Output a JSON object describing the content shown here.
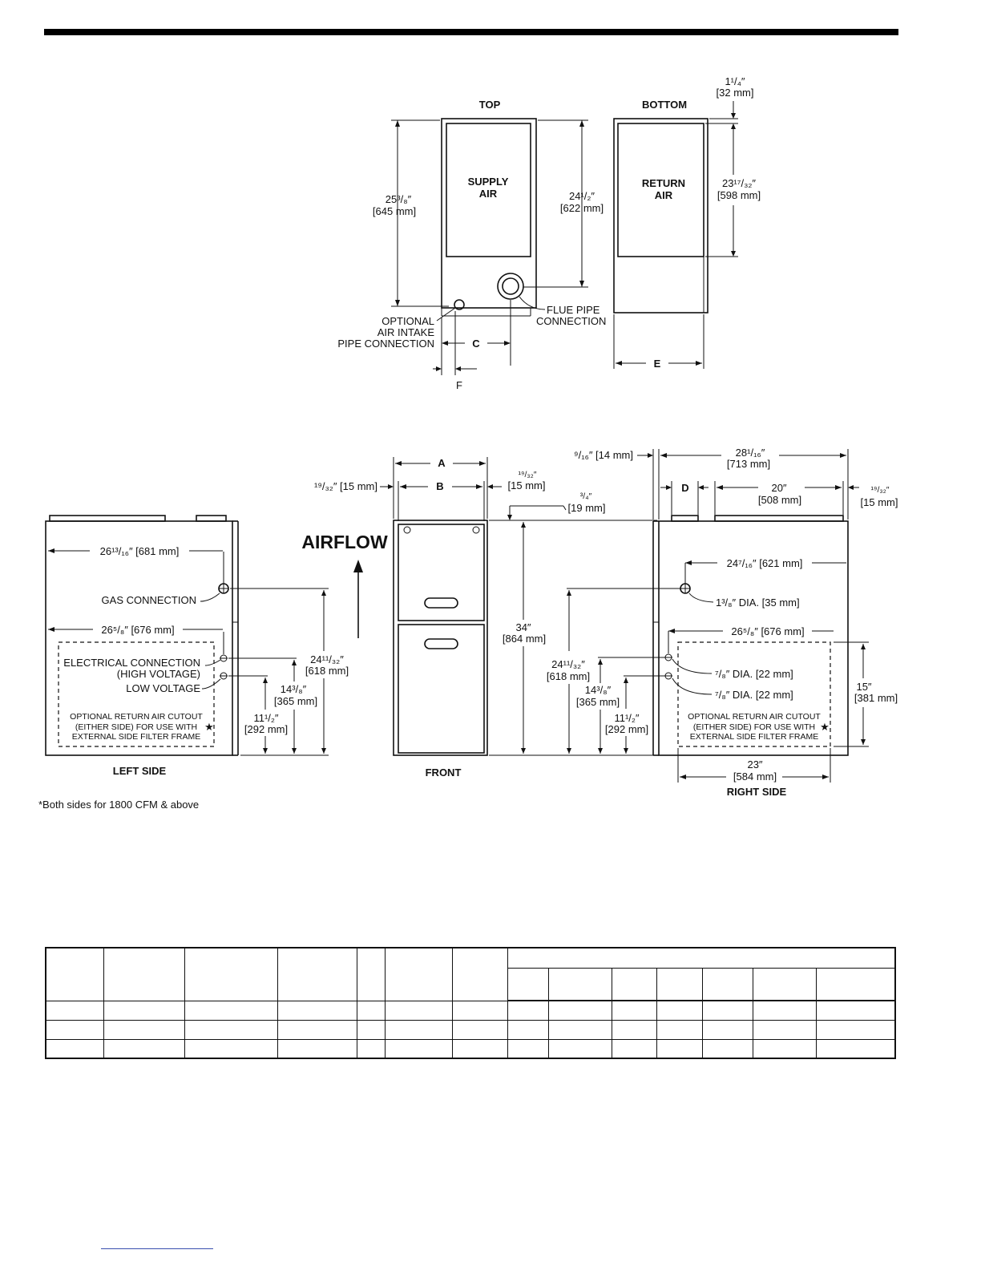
{
  "top_view": {
    "title": "TOP",
    "supply_air": [
      "SUPPLY",
      "AIR"
    ],
    "depth_left": [
      "25³/₈″",
      "[645 mm]"
    ],
    "depth_right": [
      "24¹/₂″",
      "[622 mm]"
    ],
    "optional_air_intake": [
      "OPTIONAL",
      "AIR INTAKE",
      "PIPE CONNECTION"
    ],
    "flue_pipe": [
      "FLUE PIPE",
      "CONNECTION"
    ],
    "dim_c": "C",
    "dim_f": "F"
  },
  "bottom_view": {
    "title": "BOTTOM",
    "return_air": [
      "RETURN",
      "AIR"
    ],
    "top_offset": [
      "1¹/₄″",
      "[32 mm]"
    ],
    "opening": [
      "23¹⁷/₃₂″",
      "[598 mm]"
    ],
    "dim_e": "E"
  },
  "left_side": {
    "title": "LEFT SIDE",
    "width_top": "26¹³/₁₆″ [681 mm]",
    "gas_connection": "GAS CONNECTION",
    "width_lower": "26⁵/₈″ [676 mm]",
    "electrical": [
      "ELECTRICAL CONNECTION",
      "(HIGH VOLTAGE)",
      "LOW VOLTAGE"
    ],
    "cutout_note": [
      "OPTIONAL RETURN AIR CUTOUT",
      "(EITHER SIDE) FOR USE WITH",
      "EXTERNAL SIDE FILTER FRAME"
    ],
    "star": "★",
    "h_gas": [
      "24¹¹/₃₂″",
      "[618 mm]"
    ],
    "h_high": [
      "14³/₈″",
      "[365 mm]"
    ],
    "h_low": [
      "11¹/₂″",
      "[292 mm]"
    ]
  },
  "front_view": {
    "title": "FRONT",
    "airflow": "AIRFLOW",
    "dim_a": "A",
    "dim_b": "B",
    "side_left": "¹⁹/₃₂″ [15 mm]",
    "side_right": [
      "¹⁹/₃₂″",
      "[15 mm]"
    ],
    "top_step": [
      "³/₄″",
      "[19 mm]"
    ],
    "height": [
      "34″",
      "[864 mm]"
    ]
  },
  "right_side": {
    "title": "RIGHT SIDE",
    "top_offset": "⁹/₁₆″ [14 mm]",
    "overall_depth": [
      "28¹/₁₆″",
      "[713 mm]"
    ],
    "dim_d": "D",
    "top_opening": [
      "20″",
      "[508 mm]"
    ],
    "right_offset": [
      "¹⁹/₃₂″",
      "[15 mm]"
    ],
    "gas_depth": "24⁷/₁₆″ [621 mm]",
    "gas_dia": "1³/₈″ DIA. [35 mm]",
    "lower_depth": "26⁵/₈″ [676 mm]",
    "elec_dia_1": "⁷/₈″ DIA. [22 mm]",
    "elec_dia_2": "⁷/₈″ DIA. [22 mm]",
    "cutout_height": [
      "15″",
      "[381 mm]"
    ],
    "cutout_width": [
      "23″",
      "[584 mm]"
    ],
    "h_gas": [
      "24¹¹/₃₂″",
      "[618 mm]"
    ],
    "h_high": [
      "14³/₈″",
      "[365 mm]"
    ],
    "h_low": [
      "11¹/₂″",
      "[292 mm]"
    ],
    "cutout_note": [
      "OPTIONAL RETURN AIR CUTOUT",
      "(EITHER SIDE) FOR USE WITH",
      "EXTERNAL SIDE FILTER FRAME"
    ],
    "star": "★"
  },
  "footnote": "*Both sides for 1800 CFM & above"
}
